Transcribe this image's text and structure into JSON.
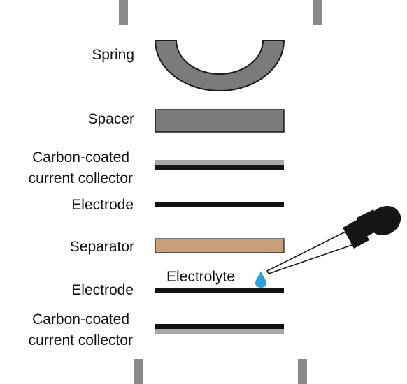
{
  "labels": {
    "spring": "Spring",
    "spacer": "Spacer",
    "collector_top_line1": "Carbon-coated",
    "collector_top_line2": "current collector",
    "electrode_top": "Electrode",
    "separator": "Separator",
    "electrolyte": "Electrolyte",
    "electrode_bottom": "Electrode",
    "collector_bottom_line1": "Carbon-coated",
    "collector_bottom_line2": "current collector"
  },
  "colors": {
    "casing": "#8a8a8a",
    "spring": "#7b7b7b",
    "spacer": "#7b7b7b",
    "carbon_coating": "#a7a7a9",
    "electrode": "#121212",
    "separator": "#c9a07a",
    "electrolyte_drop": "#2aa3dc",
    "dropper_bulb": "#151515"
  }
}
